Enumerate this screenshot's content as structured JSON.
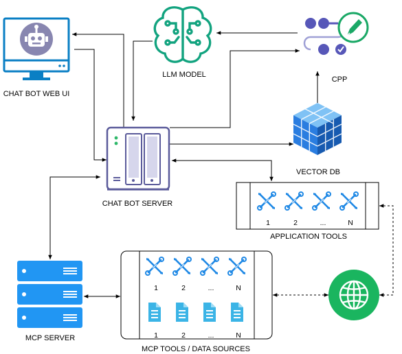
{
  "nodes": {
    "chat_bot_web_ui": "CHAT BOT WEB UI",
    "llm_model": "LLM MODEL",
    "cpp": "CPP",
    "chat_bot_server": "CHAT BOT SERVER",
    "vector_db": "VECTOR DB",
    "application_tools": "APPLICATION TOOLS",
    "mcp_server": "MCP SERVER",
    "mcp_tools_data_sources": "MCP TOOLS / DATA SOURCES"
  },
  "application_tools_items": [
    "1",
    "2",
    "...",
    "N"
  ],
  "mcp_tools_items": [
    "1",
    "2",
    "...",
    "N"
  ],
  "mcp_data_source_items": [
    "1",
    "2",
    "...",
    "N"
  ],
  "colors": {
    "monitor": "#0a7fc4",
    "robot": "#7b7aa9",
    "llm": "#12a37f",
    "cpp_icon": "#5757b8",
    "cpp_accent": "#1aa866",
    "server_outline": "#5a5a9a",
    "server_led": "#2fb86a",
    "vector_db": "#2a7de0",
    "tool": "#1e88e5",
    "doc": "#3bb4e6",
    "mcp_server": "#2196f3",
    "globe": "#1ab55f"
  },
  "icons": [
    "monitor-robot-icon",
    "brain-circuit-icon",
    "workflow-edit-icon",
    "server-tower-icon",
    "cube-database-icon",
    "tool-icon",
    "document-icon",
    "rack-server-icon",
    "globe-icon"
  ]
}
